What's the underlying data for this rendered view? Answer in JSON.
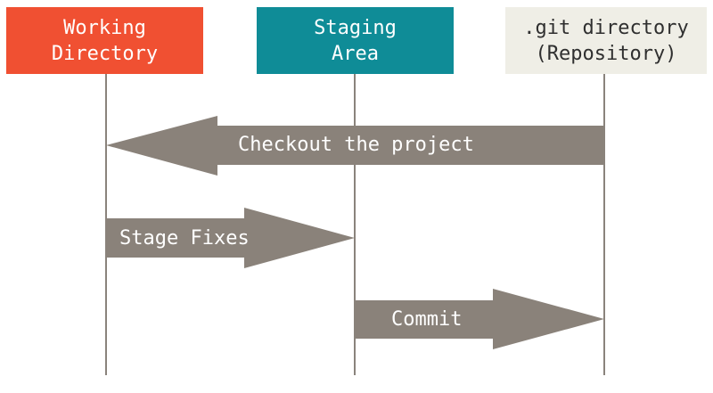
{
  "stages": [
    {
      "name_lines": [
        "Working",
        "Directory"
      ],
      "color": "#f05032"
    },
    {
      "name_lines": [
        "Staging",
        "Area"
      ],
      "color": "#0f8c97"
    },
    {
      "name_lines": [
        ".git directory",
        "(Repository)"
      ],
      "color": "#efeee6"
    }
  ],
  "transitions": [
    {
      "label": "Checkout the project",
      "from": ".git directory",
      "to": "Working Directory"
    },
    {
      "label": "Stage Fixes",
      "from": "Working Directory",
      "to": "Staging Area"
    },
    {
      "label": "Commit",
      "from": "Staging Area",
      "to": ".git directory"
    }
  ],
  "arrow_color": "#8a827a",
  "lifeline_color": "#8a837c"
}
